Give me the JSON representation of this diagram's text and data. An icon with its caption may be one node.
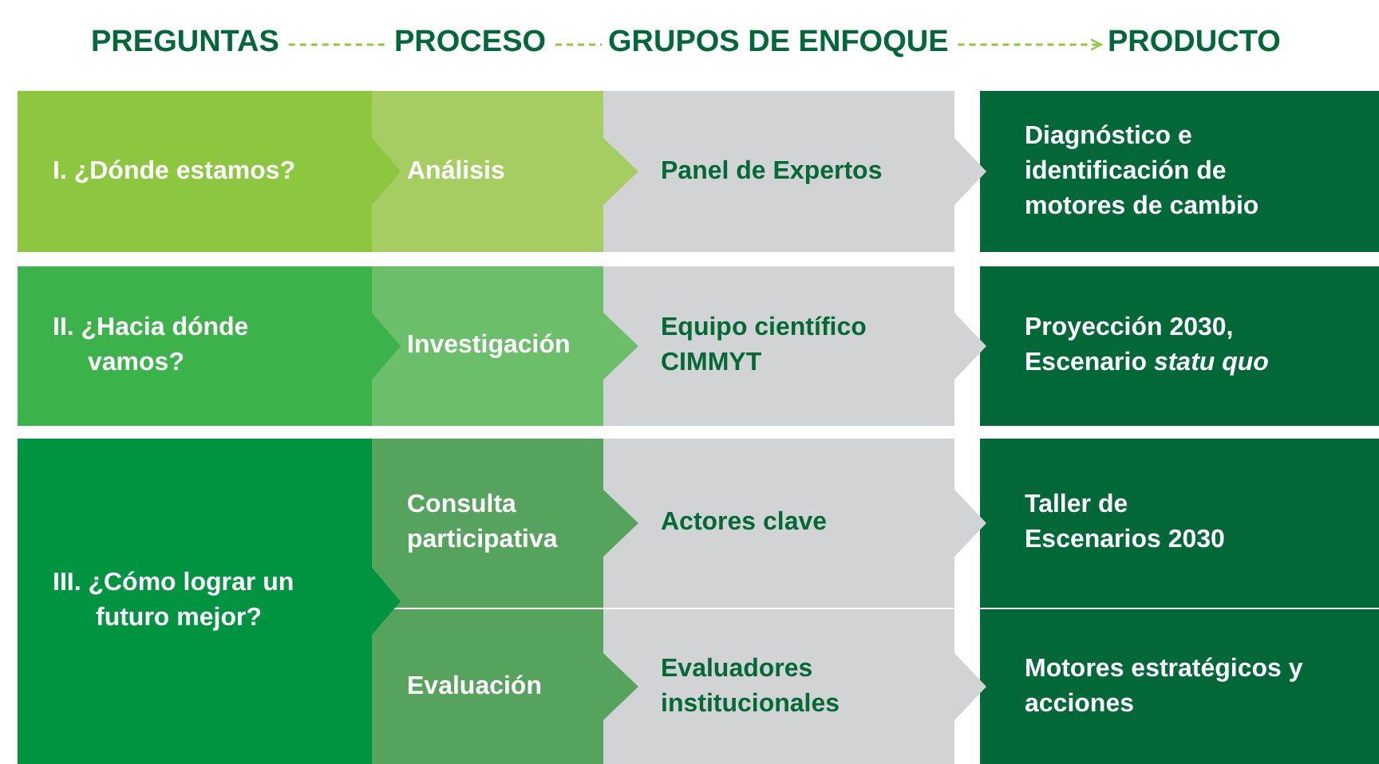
{
  "diagram": {
    "nodes": [
      {
        "text": [
          "PREGUNTAS"
        ]
      },
      {
        "text": [
          "PROCESO"
        ]
      },
      {
        "text": [
          "GRUPOS DE ENFOQUE"
        ]
      },
      {
        "text": [
          "PRODUCTO"
        ]
      },
      {
        "text": [
          "I. ¿Dónde estamos?"
        ]
      },
      {
        "text": [
          "Análisis"
        ]
      },
      {
        "text": [
          "Panel de Expertos"
        ]
      },
      {
        "text": [
          "Diagnóstico e identificación de motores de cambio"
        ]
      },
      {
        "text": [
          "II. ¿Hacia dónde vamos?"
        ]
      },
      {
        "text": [
          "Investigación"
        ]
      },
      {
        "text": [
          "Equipo científico CIMMYT"
        ]
      },
      {
        "text": [
          "Proyección 2030, Escenario *statu quo*"
        ]
      },
      {
        "text": [
          "III. ¿Cómo lograr un futuro mejor?"
        ]
      },
      {
        "text": [
          "Consulta participativa"
        ]
      },
      {
        "text": [
          "Actores clave"
        ]
      },
      {
        "text": [
          "Taller de Escenarios 2030"
        ]
      },
      {
        "text": [
          "Evaluación"
        ]
      },
      {
        "text": [
          "Evaluadores institucionales"
        ]
      },
      {
        "text": [
          "Motores estratégicos y acciones"
        ]
      }
    ],
    "edges": [
      {
        "from": 0,
        "to": 1,
        "arrow": "none",
        "style": "dashed"
      },
      {
        "from": 1,
        "to": 2,
        "arrow": "none",
        "style": "dashed"
      },
      {
        "from": 2,
        "to": 3,
        "arrow": "to",
        "style": "dashed"
      }
    ]
  }
}
